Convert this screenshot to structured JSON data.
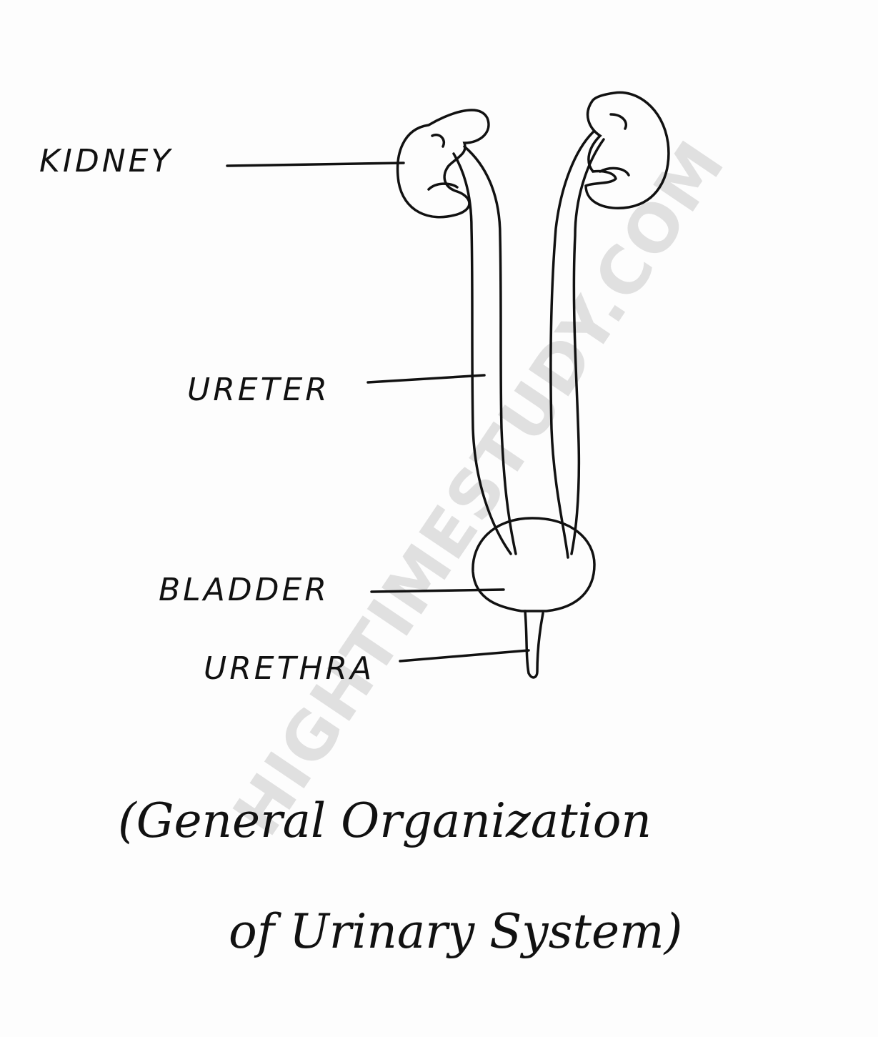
{
  "labels": {
    "kidney": "KIDNEY",
    "ureter": "URETER",
    "bladder": "BLADDER",
    "urethra": "URETHRA"
  },
  "caption": {
    "line1": "(General Organization",
    "line2": "of Urinary System)"
  },
  "watermark": "HIGHTIMESTUDY.COM"
}
